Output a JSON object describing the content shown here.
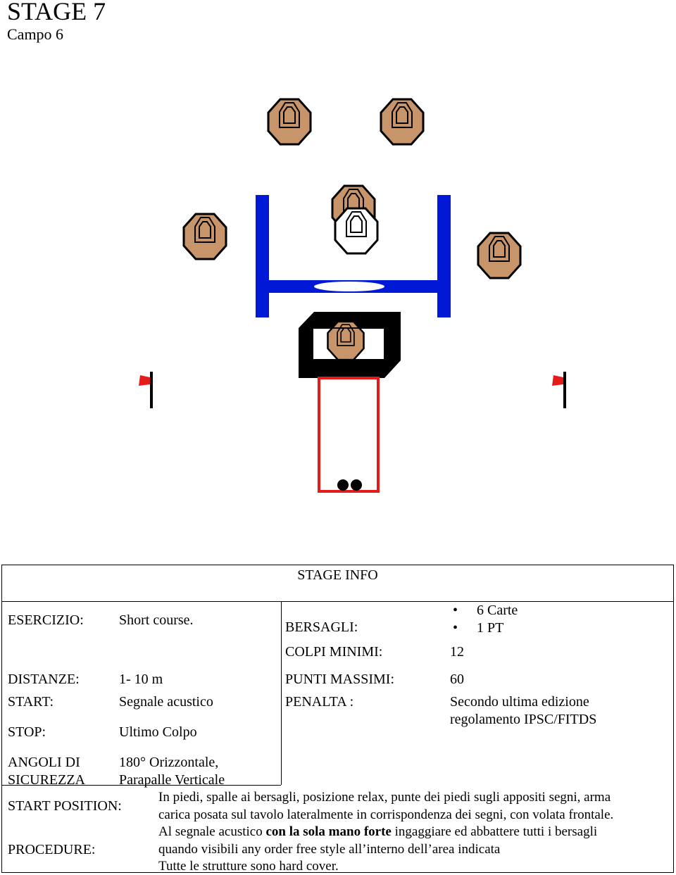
{
  "header": {
    "title": "STAGE 7",
    "subtitle": "Campo 6"
  },
  "colors": {
    "target_fill": "#c8956a",
    "target_stroke": "#000000",
    "wall_blue": "#0019d6",
    "fault_line_red": "#e51b1b",
    "barrel_black": "#000000",
    "nonthreat_fill": "#ffffff"
  },
  "icons": [
    "paper-target-icon",
    "no-shoot-target-icon",
    "flag-icon",
    "table-icon",
    "barrel-icon",
    "barricade-icon"
  ],
  "stage_info": {
    "heading": "STAGE INFO",
    "esercizio_label": "ESERCIZIO:",
    "esercizio_value": "Short course.",
    "bersagli_label": "BERSAGLI:",
    "bersagli_items": [
      "6 Carte",
      "1 PT"
    ],
    "colpi_label": "COLPI MINIMI:",
    "colpi_value": "12",
    "distanze_label": "DISTANZE:",
    "distanze_value": "1- 10 m",
    "punti_label": "PUNTI MASSIMI:",
    "punti_value": "60",
    "start_label": "START:",
    "start_value": "Segnale acustico",
    "penalta_label": "PENALTA :",
    "penalta_value_1": "Secondo ultima edizione",
    "penalta_value_2": "regolamento IPSC/FITDS",
    "stop_label": "STOP:",
    "stop_value": "Ultimo Colpo",
    "angoli_label_1": "ANGOLI DI",
    "angoli_label_2": "SICUREZZA",
    "angoli_value_1": "180° Orizzontale,",
    "angoli_value_2": "Parapalle Verticale",
    "start_position_label": "START POSITION:",
    "start_position_text_1": "In piedi, spalle ai bersagli, posizione relax, punte dei piedi sugli appositi segni, arma",
    "start_position_text_2": "carica posata sul tavolo lateralmente in corrispondenza dei segni, con volata frontale.",
    "procedure_label": "PROCEDURE:",
    "procedure_pre": "Al segnale acustico ",
    "procedure_bold": "con la sola mano forte",
    "procedure_post": " ingaggiare ed abbattere tutti i bersagli",
    "procedure_line_2": "quando visibili any order free style all’interno dell’area indicata",
    "procedure_line_3": "Tutte le strutture sono hard cover."
  }
}
